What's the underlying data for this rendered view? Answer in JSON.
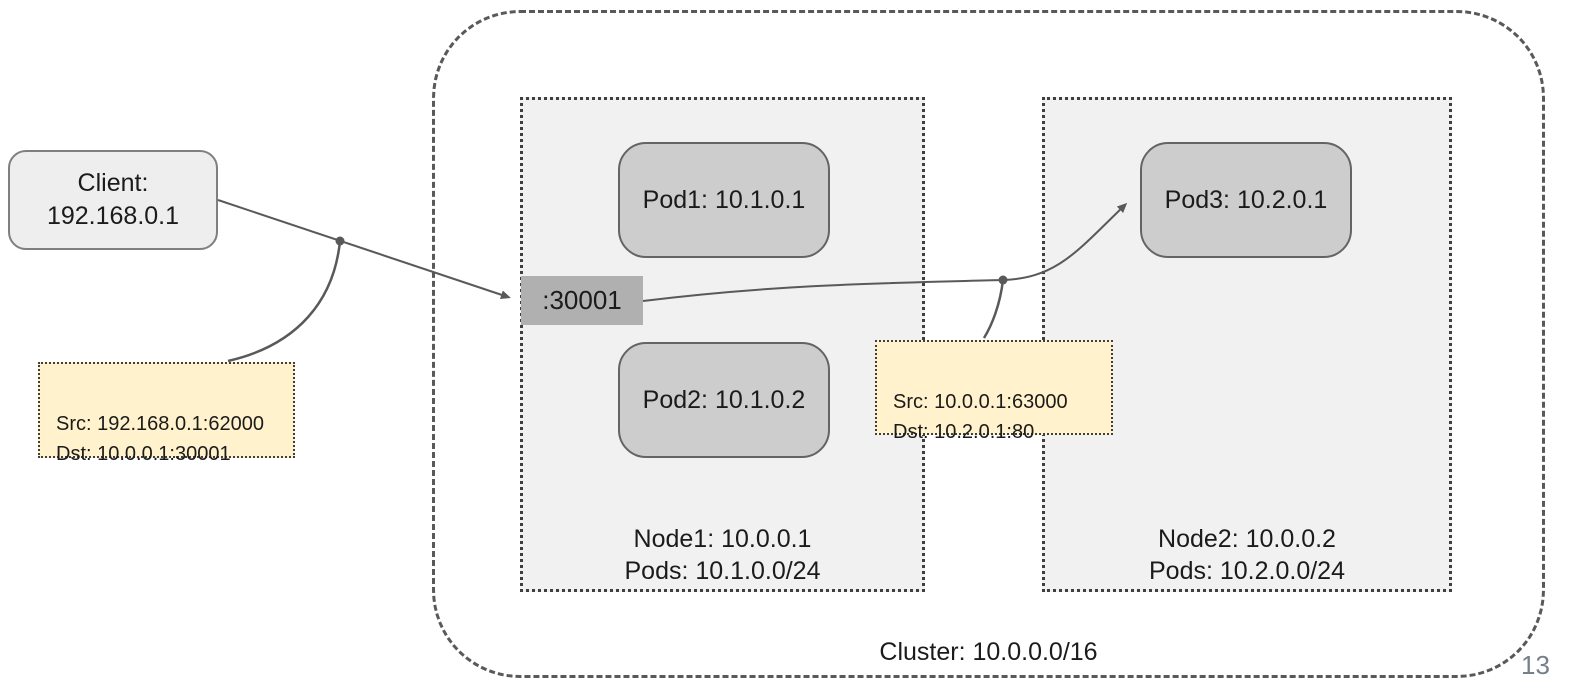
{
  "page": {
    "number": "13"
  },
  "client": {
    "label": "Client:\n192.168.0.1"
  },
  "cluster": {
    "label": "Cluster: 10.0.0.0/16"
  },
  "nodes": [
    {
      "label": "Node1: 10.0.0.1\nPods: 10.1.0.0/24"
    },
    {
      "label": "Node2: 10.0.0.2\nPods: 10.2.0.0/24"
    }
  ],
  "pods": [
    {
      "label": "Pod1: 10.1.0.1"
    },
    {
      "label": "Pod2: 10.1.0.2"
    },
    {
      "label": "Pod3: 10.2.0.1"
    }
  ],
  "nodeport": {
    "label": ":30001"
  },
  "callouts": [
    {
      "label": "Src: 192.168.0.1:62000\nDst: 10.0.0.1:30001"
    },
    {
      "label": "Src: 10.0.0.1:63000\nDst: 10.2.0.1:80"
    }
  ],
  "colors": {
    "node_fill": "#f1f1f1",
    "pod_fill": "#cdcdcd",
    "nodeport_fill": "#b0b0b0",
    "callout_fill": "#fff2cc",
    "client_fill": "#eeeeee",
    "connector": "#595959"
  }
}
